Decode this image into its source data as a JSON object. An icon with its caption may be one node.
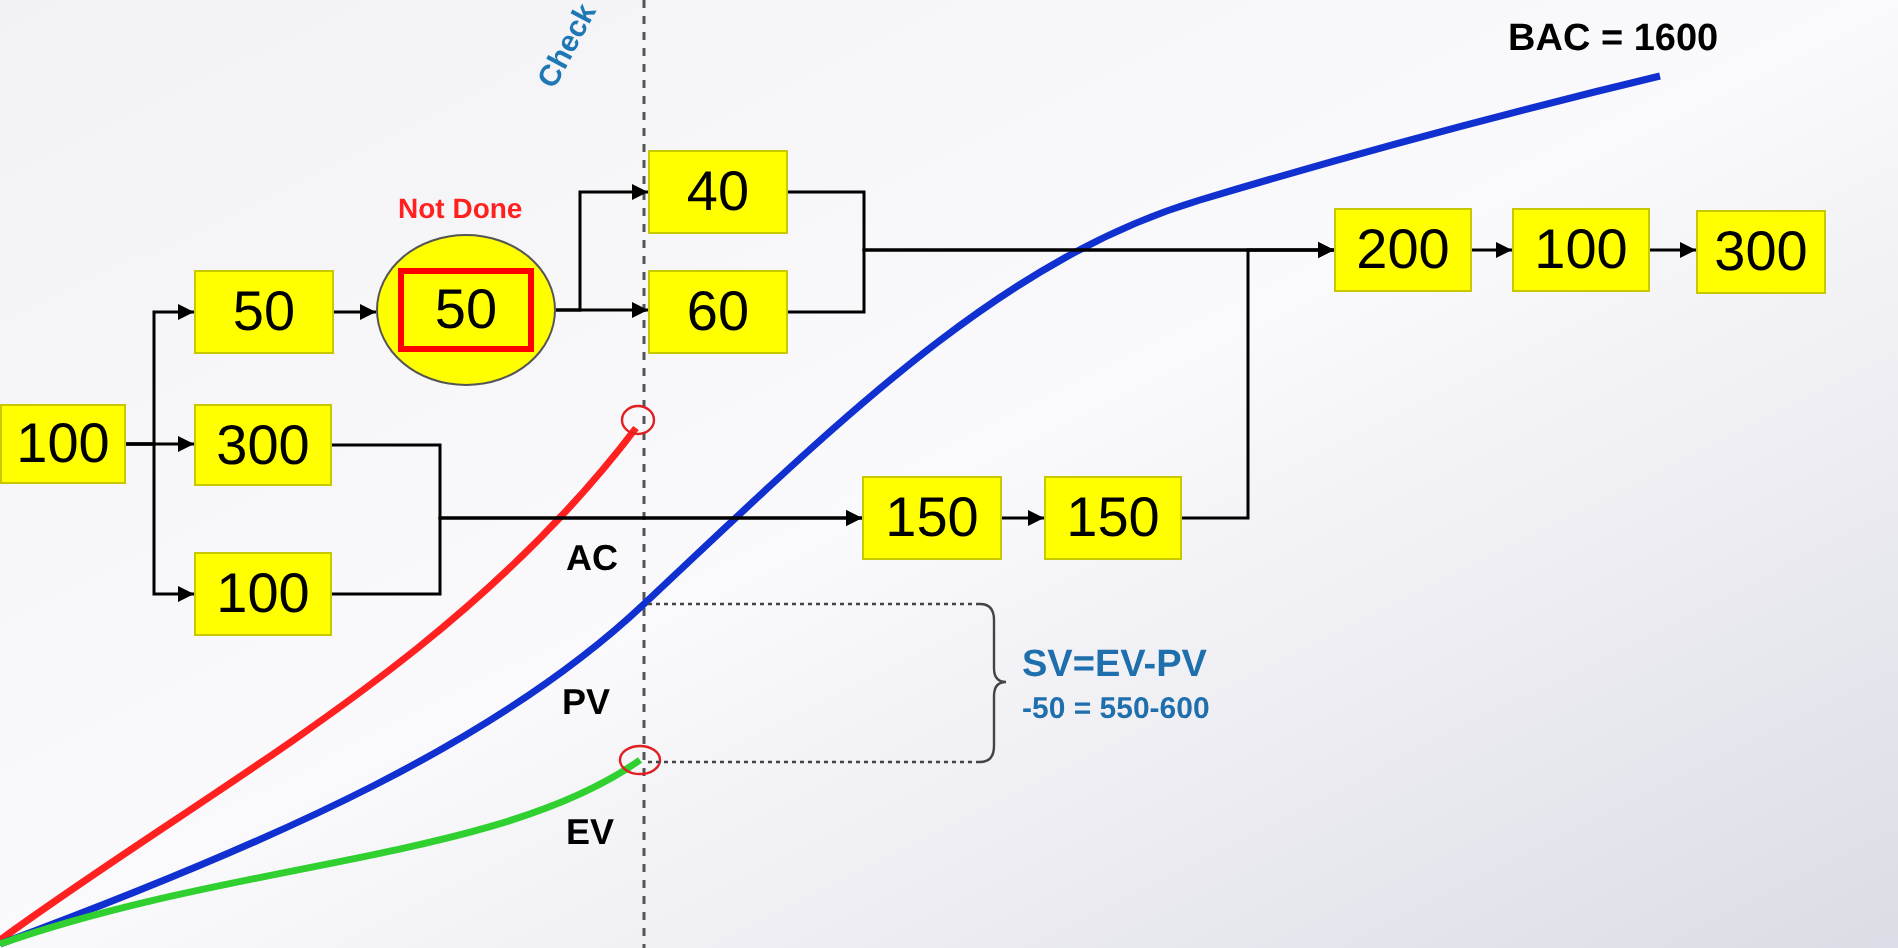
{
  "diagram": {
    "nodes": [
      {
        "text": [
          "100"
        ]
      },
      {
        "text": [
          "50"
        ]
      },
      {
        "text": [
          "50"
        ],
        "beside": [
          "Not Done"
        ]
      },
      {
        "text": [
          "300"
        ]
      },
      {
        "text": [
          "100"
        ]
      },
      {
        "text": [
          "40"
        ]
      },
      {
        "text": [
          "60"
        ]
      },
      {
        "text": [
          "150"
        ]
      },
      {
        "text": [
          "150"
        ]
      },
      {
        "text": [
          "200"
        ]
      },
      {
        "text": [
          "100"
        ]
      },
      {
        "text": [
          "300"
        ]
      }
    ],
    "edges": [
      {
        "from": 0,
        "to": 1,
        "arrow": "to"
      },
      {
        "from": 0,
        "to": 3,
        "arrow": "to"
      },
      {
        "from": 0,
        "to": 4,
        "arrow": "to"
      },
      {
        "from": 1,
        "to": 2,
        "arrow": "to"
      },
      {
        "from": 2,
        "to": 5,
        "arrow": "to"
      },
      {
        "from": 2,
        "to": 6,
        "arrow": "to"
      },
      {
        "from": 5,
        "to": 9,
        "arrow": "to"
      },
      {
        "from": 6,
        "to": 9,
        "arrow": "to"
      },
      {
        "from": 3,
        "to": 7,
        "arrow": "to"
      },
      {
        "from": 4,
        "to": 7,
        "arrow": "to"
      },
      {
        "from": 7,
        "to": 8,
        "arrow": "to"
      },
      {
        "from": 8,
        "to": 9,
        "arrow": "to"
      },
      {
        "from": 9,
        "to": 10,
        "arrow": "to"
      },
      {
        "from": 10,
        "to": 11,
        "arrow": "to"
      }
    ],
    "labels": [
      "Check",
      "AC",
      "PV",
      "EV",
      "BAC = 1600",
      "SV=EV-PV",
      "-50 = 550-600"
    ]
  }
}
